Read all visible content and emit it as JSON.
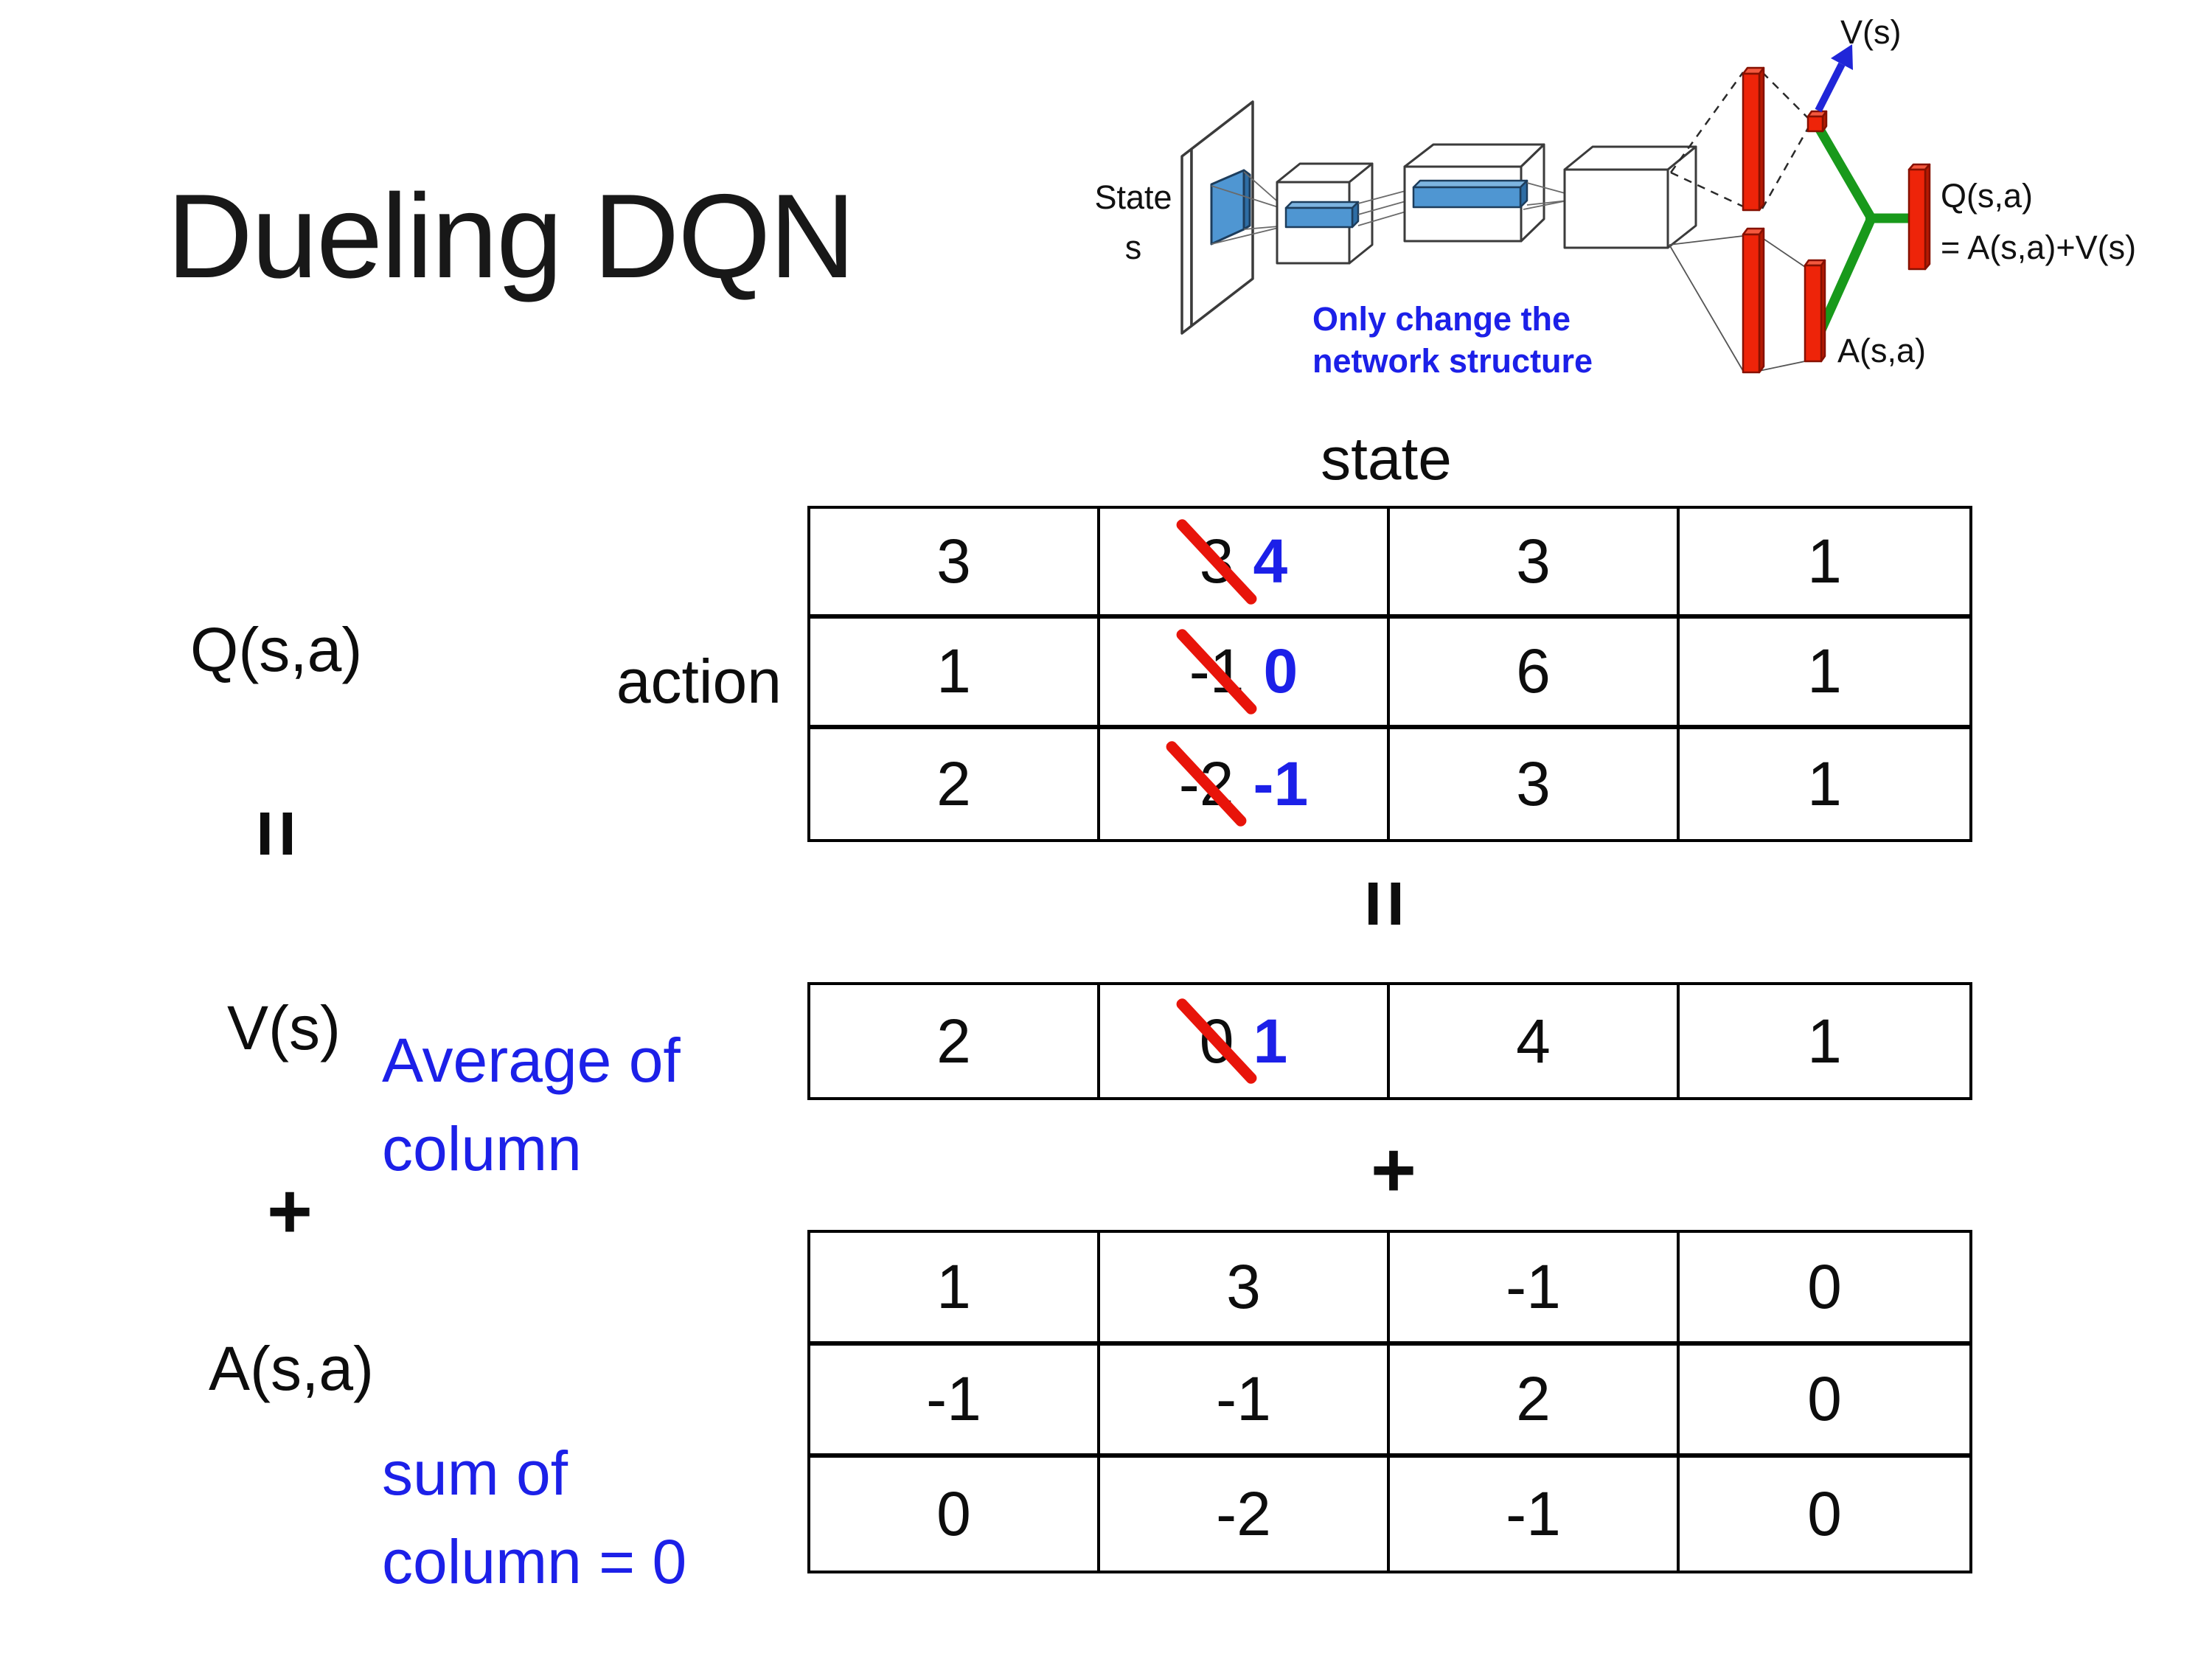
{
  "slide": {
    "title": "Dueling DQN"
  },
  "network": {
    "state_line1": "State",
    "state_line2": "s",
    "note_line1": "Only change the",
    "note_line2": "network structure",
    "v_label": "V(s)",
    "q_label": "Q(s,a)",
    "q_formula": "= A(s,a)+V(s)",
    "a_label": "A(s,a)"
  },
  "equation": {
    "state_header": "state",
    "action_label": "action",
    "q_label": "Q(s,a)",
    "equals_left": "=",
    "v_label": "V(s)",
    "plus_left": "+",
    "a_label": "A(s,a)",
    "average_note_line1": "Average of",
    "average_note_line2": "column",
    "sum_note_line1": "sum of",
    "sum_note_line2": "column = 0",
    "equals_middle": "=",
    "plus_middle": "+"
  },
  "colors": {
    "highlight_blue": "#1c20e8",
    "strike_red": "#e8140a",
    "bar_red": "#ee2409",
    "merge_green": "#18991b",
    "arrow_blue": "#2026d8",
    "conv_blue": "#4f96d2"
  },
  "tables": {
    "q": {
      "rows": [
        [
          {
            "v": "3"
          },
          {
            "old": "3",
            "new": "4"
          },
          {
            "v": "3"
          },
          {
            "v": "1"
          }
        ],
        [
          {
            "v": "1"
          },
          {
            "old": "-1",
            "new": "0"
          },
          {
            "v": "6"
          },
          {
            "v": "1"
          }
        ],
        [
          {
            "v": "2"
          },
          {
            "old": "-2",
            "new": "-1"
          },
          {
            "v": "3"
          },
          {
            "v": "1"
          }
        ]
      ]
    },
    "v": {
      "rows": [
        [
          {
            "v": "2"
          },
          {
            "old": "0",
            "new": "1"
          },
          {
            "v": "4"
          },
          {
            "v": "1"
          }
        ]
      ]
    },
    "a": {
      "rows": [
        [
          {
            "v": "1"
          },
          {
            "v": "3"
          },
          {
            "v": "-1"
          },
          {
            "v": "0"
          }
        ],
        [
          {
            "v": "-1"
          },
          {
            "v": "-1"
          },
          {
            "v": "2"
          },
          {
            "v": "0"
          }
        ],
        [
          {
            "v": "0"
          },
          {
            "v": "-2"
          },
          {
            "v": "-1"
          },
          {
            "v": "0"
          }
        ]
      ]
    }
  }
}
